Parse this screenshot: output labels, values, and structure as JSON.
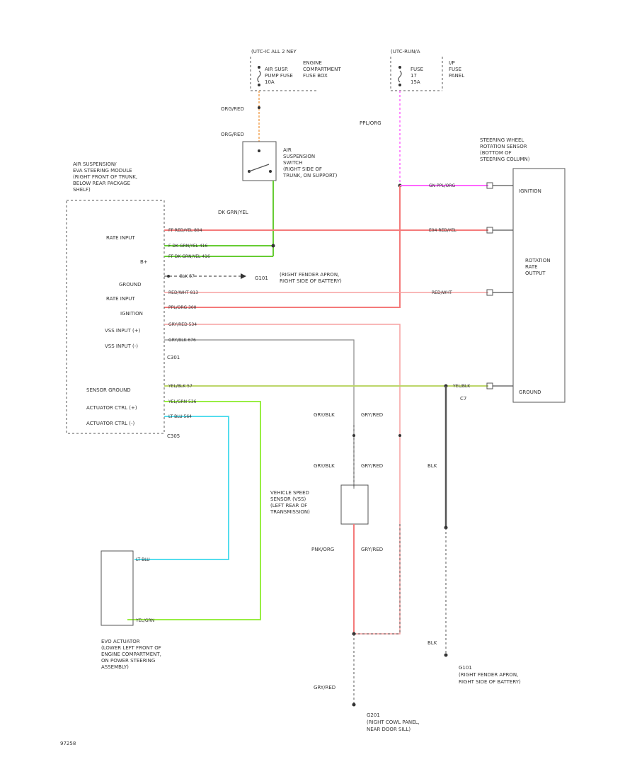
{
  "colors": {
    "red": "#f47a7a",
    "pink_dashed": "#ff66ff",
    "orange": "#f2a65a",
    "green": "#66cc33",
    "yellow_green": "#bcd66a",
    "bright_green": "#99ee44",
    "cyan": "#55ddee",
    "gray": "#8a8a8a",
    "dark": "#555555"
  },
  "fuse_block_1": {
    "title": "(UTC-IC ALL 2 NEY",
    "left_labels": [
      "AIR SUSP.",
      "PUMP FUSE",
      "10A"
    ],
    "right_labels": [
      "ENGINE",
      "COMPARTMENT",
      "FUSE BOX"
    ]
  },
  "fuse_block_2": {
    "title": "(UTC-RUN/A",
    "left_labels": [
      "FUSE",
      "17",
      "15A"
    ],
    "right_labels": [
      "I/P",
      "FUSE",
      "PANEL"
    ]
  },
  "switch": {
    "labels": [
      "AIR",
      "SUSPENSION",
      "SWITCH",
      "(RIGHT SIDE OF",
      "TRUNK, ON SUPPORT)"
    ]
  },
  "module": {
    "title_lines": [
      "AIR SUSPENSION/",
      "EVA STEERING MODULE",
      "(RIGHT FRONT OF TRUNK,",
      "BELOW REAR PACKAGE",
      "SHELF)"
    ],
    "pins": [
      "RATE INPUT",
      "B+",
      "GROUND",
      "RATE INPUT",
      "IGNITION",
      "VSS INPUT (+)",
      "VSS INPUT (-)",
      "C301",
      "SENSOR GROUND",
      "ACTUATOR CTRL (+)",
      "ACTUATOR CTRL (-)",
      "C305"
    ]
  },
  "sensor": {
    "title_lines": [
      "STEERING WHEEL",
      "ROTATION SENSOR",
      "(BOTTOM OF",
      "STEERING COLUMN)"
    ],
    "inner_lines": [
      "IGNITION",
      "ROTATION",
      "RATE",
      "OUTPUT",
      "GROUND"
    ]
  },
  "wire_labels": {
    "orange_top": "ORG/RED",
    "orange_bottom": "ORG/RED",
    "ppl_org": "PPL/ORG",
    "dk_grn_yel": "DK GRN/YEL",
    "w_red_yel": "FF RED/YEL 804",
    "w_dkgrn_1": "F DK GRN/YEL 416",
    "w_dkgrn_2": "FF DK GRN/YEL 416",
    "w_blk": "BLK 57",
    "w_red_wht": "RED/WHT 813",
    "w_ppl_org": "PPL/ORG 300",
    "w_gry_red": "GRY/RED 534",
    "w_gry_blk": "GRY/BLK 676",
    "w_yel_blk": "YEL/BLK 57",
    "w_yel_grn": "YEL/GRN 536",
    "w_lt_blu": "LT BLU 564",
    "sens_ppl_org": "GN PPL/ORG",
    "sens_red_yel": "E04 RED/YEL",
    "sens_red_wht": "RED/WHT",
    "sens_yel_blk": "YEL/BLK",
    "sensor_connector": "C7",
    "g101_text": "G101",
    "g101_lines": [
      "(RIGHT FENDER APRON,",
      "RIGHT SIDE OF BATTERY)"
    ],
    "gry_blk_1": "GRY/BLK",
    "gry_red_1": "GRY/RED",
    "gry_blk_2": "GRY/BLK",
    "gry_red_2": "GRY/RED",
    "blk_1": "BLK",
    "pnk_org": "PNK/ORG",
    "gry_red_3": "GRY/RED",
    "blk_2": "BLK",
    "gry_red_4": "GRY/RED",
    "ec_lt_blu": "LT BLU",
    "ec_yel_grn": "YEL/GRN"
  },
  "vss": {
    "lines": [
      "VEHICLE SPEED",
      "SENSOR (VSS)",
      "(LEFT REAR OF",
      "TRANSMISSION)"
    ]
  },
  "evo_actuator": {
    "lines": [
      "EVO ACTUATOR",
      "(LOWER LEFT FRONT OF",
      "ENGINE COMPARTMENT,",
      "ON POWER STEERING",
      "ASSEMBLY)"
    ]
  },
  "ground_g101_lower": {
    "label": "G101",
    "lines": [
      "(RIGHT FENDER APRON,",
      "RIGHT SIDE OF BATTERY)"
    ]
  },
  "ground_g201": {
    "label": "G201",
    "lines": [
      "(RIGHT COWL PANEL,",
      "NEAR DOOR SILL)"
    ]
  },
  "page_id": "97258"
}
